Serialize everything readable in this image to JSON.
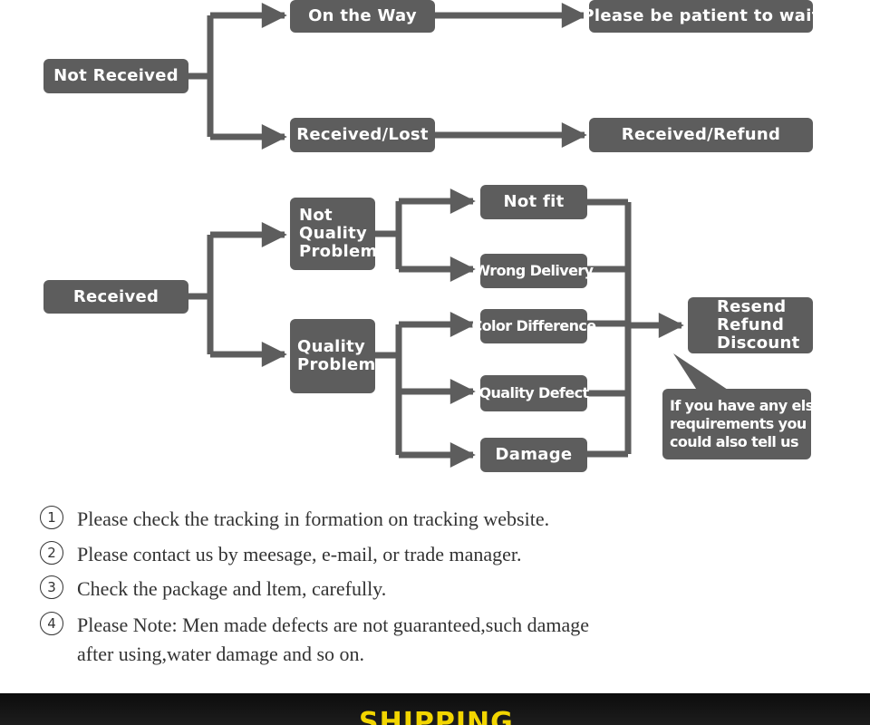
{
  "diagram": {
    "not_received": "Not Received",
    "on_the_way": "On the Way",
    "patient": "Please be patient to wait",
    "received_lost": "Received/Lost",
    "received_refund": "Received/Refund",
    "received": "Received",
    "not_quality": [
      "Not",
      "Quality",
      "Problem"
    ],
    "quality": [
      "Quality",
      "Problem"
    ],
    "not_fit": "Not fit",
    "wrong_delivery": "Wrong Delivery",
    "color_difference": "Color Difference",
    "quality_defect": "Quality Defect",
    "damage": "Damage",
    "outcome": [
      "Resend",
      "Refund",
      "Discount"
    ],
    "note": [
      "If you have any else",
      "requirements you",
      "could also tell us"
    ]
  },
  "steps": [
    {
      "num": "1",
      "lines": [
        "Please check the tracking in formation on tracking website."
      ]
    },
    {
      "num": "2",
      "lines": [
        "Please contact us by meesage, e-mail, or trade manager."
      ]
    },
    {
      "num": "3",
      "lines": [
        "Check the package and ltem, carefully."
      ]
    },
    {
      "num": "4",
      "lines": [
        "Please Note: Men made defects  are not guaranteed,such damage",
        "after using,water damage and so on."
      ]
    }
  ],
  "footer": {
    "title": "SHIPPING"
  },
  "colors": {
    "box": "#5d5d5d",
    "line": "#5d5d5d",
    "text": "#ffffff",
    "footer_title": "#f2d500"
  }
}
